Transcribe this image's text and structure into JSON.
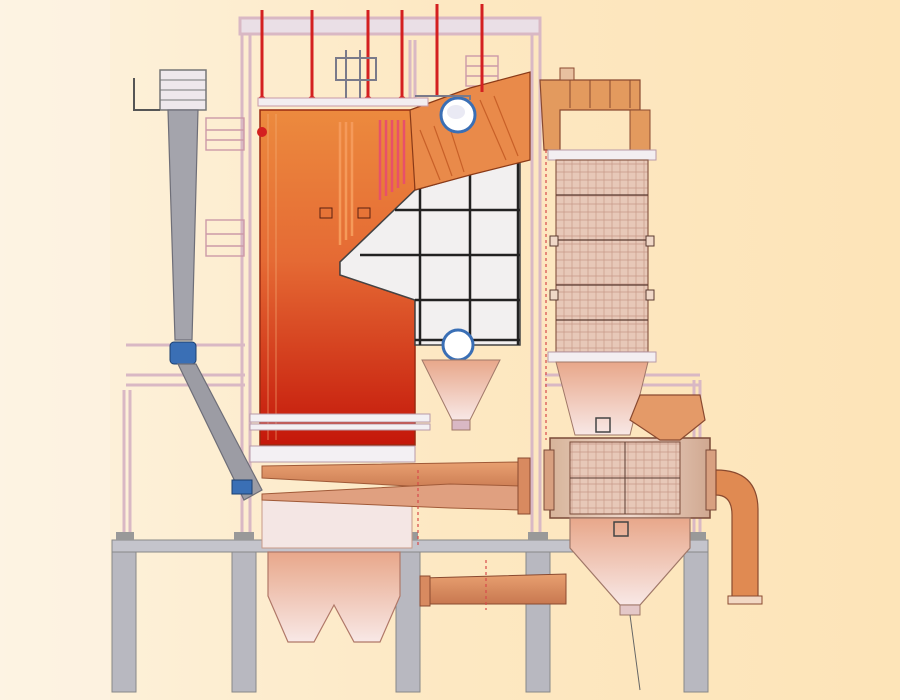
{
  "diagram": {
    "type": "boiler-plant-cross-section",
    "labels": [],
    "colors": {
      "background": "#fde9c4",
      "background_light": "#fdf0d6",
      "furnace_top": "#e8823c",
      "furnace_bottom": "#c81a08",
      "flue_duct": "#e09060",
      "steel_frame": "#e8d0d8",
      "support_column": "#b8b8c0",
      "feed_chute": "#9c9ca4",
      "valve_blue": "#3a6fb5",
      "steam_pipe_red": "#d42020",
      "gas_pass": "#f2f0f0",
      "grid_line": "#222222"
    },
    "components": [
      "coal-bunker",
      "feed-chute",
      "furnace",
      "superheater",
      "steam-drum",
      "convection-pass",
      "economizer-column",
      "ash-hopper",
      "air-preheater",
      "primary-air-duct",
      "secondary-air-duct",
      "support-structure"
    ]
  }
}
